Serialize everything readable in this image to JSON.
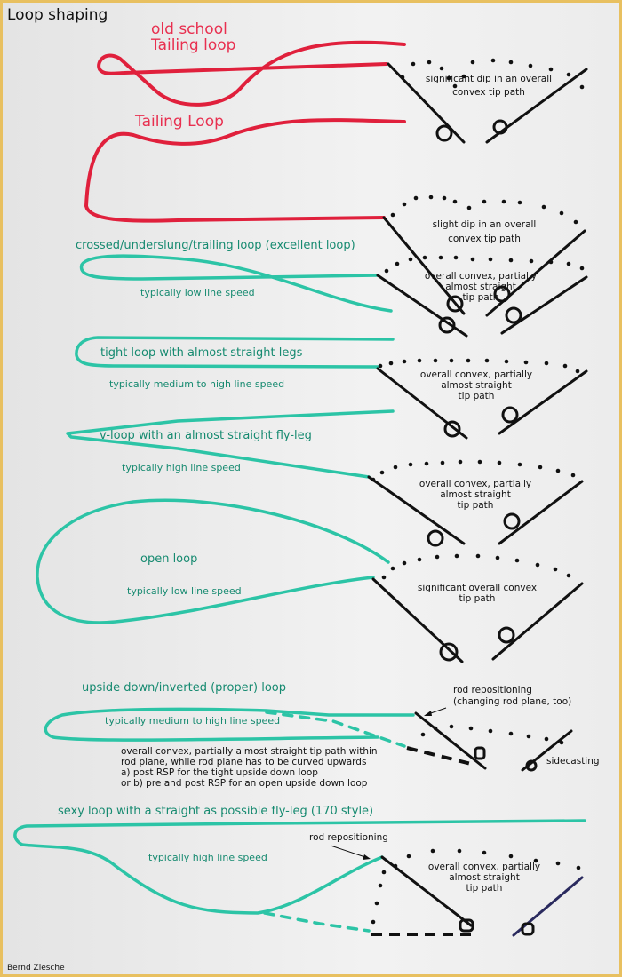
{
  "title": "Loop shaping",
  "author": "Bernd Ziesche",
  "colors": {
    "tailing": "#e0203c",
    "good_loop": "#2cc4a6",
    "label_teal": "#168a70",
    "frame": "#e8c060"
  },
  "rows": [
    {
      "name": "old school Tailing loop",
      "label_lines": [
        "old school",
        "Tailing loop"
      ],
      "tip_path": [
        "significant dip in an overall",
        "convex tip path"
      ]
    },
    {
      "name": "Tailing Loop",
      "label_lines": [
        "Tailing Loop"
      ],
      "tip_path": [
        "slight dip in an overall",
        "convex tip path"
      ]
    },
    {
      "name": "crossed/underslung/trailing loop (excellent loop)",
      "speed": "typically low line speed",
      "tip_path": [
        "overall convex, partially",
        "almost straight",
        "tip path"
      ]
    },
    {
      "name": "tight loop with almost straight legs",
      "speed": "typically medium to high line speed",
      "tip_path": [
        "overall convex, partially",
        "almost straight",
        "tip path"
      ]
    },
    {
      "name": "v-loop with an almost straight fly-leg",
      "speed": "typically high line speed",
      "tip_path": [
        "overall convex, partially",
        "almost straight",
        "tip path"
      ]
    },
    {
      "name": "open loop",
      "speed": "typically low line speed",
      "tip_path": [
        "significant overall convex",
        "tip path"
      ]
    },
    {
      "name": "upside down/inverted (proper) loop",
      "speed": "typically medium to high line speed",
      "note_lines": [
        "overall convex, partially almost straight tip path within",
        "rod plane, while rod plane has to be curved upwards",
        "a) post RSP for the tight upside down loop",
        "or b) pre and post RSP for an open upside down loop"
      ],
      "rod_note": [
        "rod repositioning",
        "(changing rod plane, too)"
      ],
      "side_label": "sidecasting"
    },
    {
      "name": "sexy loop with a straight as possible fly-leg (170 style)",
      "speed": "typically high line speed",
      "rod_note": [
        "rod repositioning"
      ],
      "tip_path": [
        "overall convex, partially",
        "almost straight",
        "tip path"
      ]
    }
  ]
}
